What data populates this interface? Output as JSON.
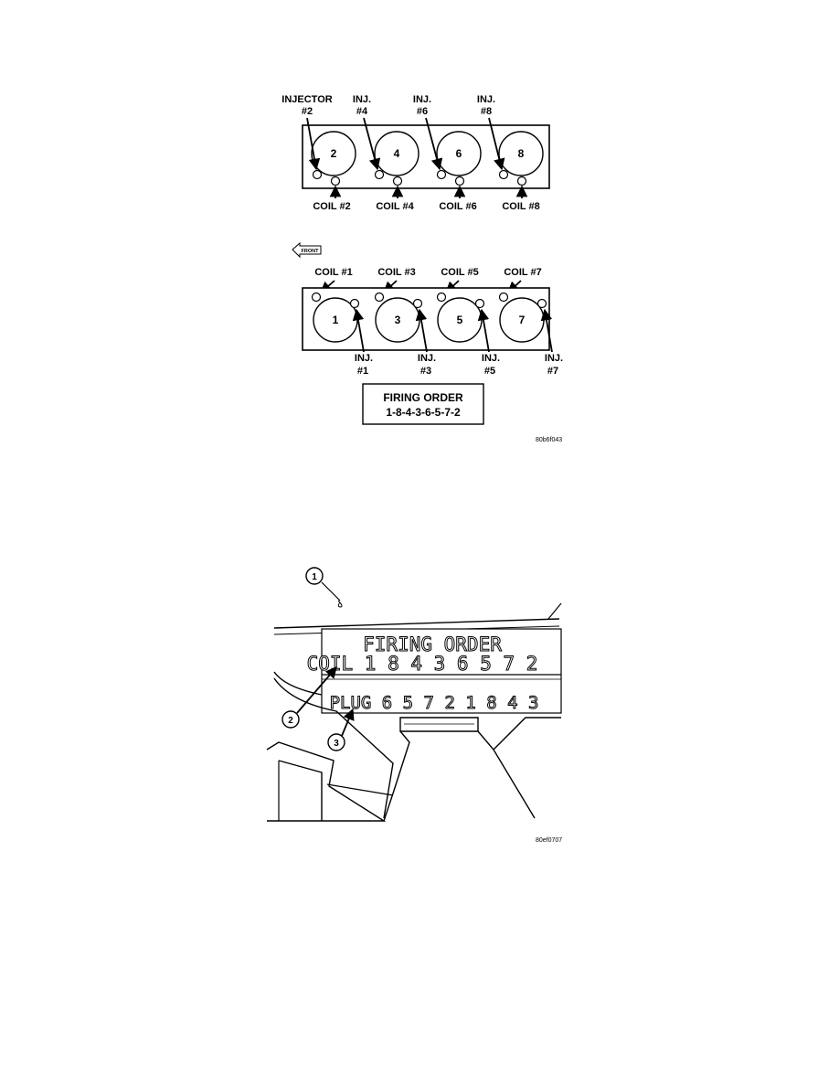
{
  "figure1": {
    "top_bank": {
      "cylinders": [
        "2",
        "4",
        "6",
        "8"
      ],
      "injector_labels": [
        [
          "INJECTOR",
          "#2"
        ],
        [
          "INJ.",
          "#4"
        ],
        [
          "INJ.",
          "#6"
        ],
        [
          "INJ.",
          "#8"
        ]
      ],
      "coil_labels": [
        "COIL #2",
        "COIL #4",
        "COIL #6",
        "COIL #8"
      ]
    },
    "front_label": "FRONT",
    "bottom_bank": {
      "cylinders": [
        "1",
        "3",
        "5",
        "7"
      ],
      "coil_labels": [
        "COIL #1",
        "COIL #3",
        "COIL #5",
        "COIL #7"
      ],
      "injector_labels": [
        [
          "INJ.",
          "#1"
        ],
        [
          "INJ.",
          "#3"
        ],
        [
          "INJ.",
          "#5"
        ],
        [
          "INJ.",
          "#7"
        ]
      ]
    },
    "firing_order_title": "FIRING ORDER",
    "firing_order_value": "1-8-4-3-6-5-7-2",
    "figure_code": "80b6f043"
  },
  "figure2": {
    "stencil_title": "FIRING ORDER",
    "coil_line": "COIL 1 8 4 3 6 5 7 2",
    "plug_line": "PLUG 6 5 7 2 1 8 4 3",
    "callouts": [
      "1",
      "2",
      "3"
    ],
    "figure_code": "80ef0707"
  }
}
